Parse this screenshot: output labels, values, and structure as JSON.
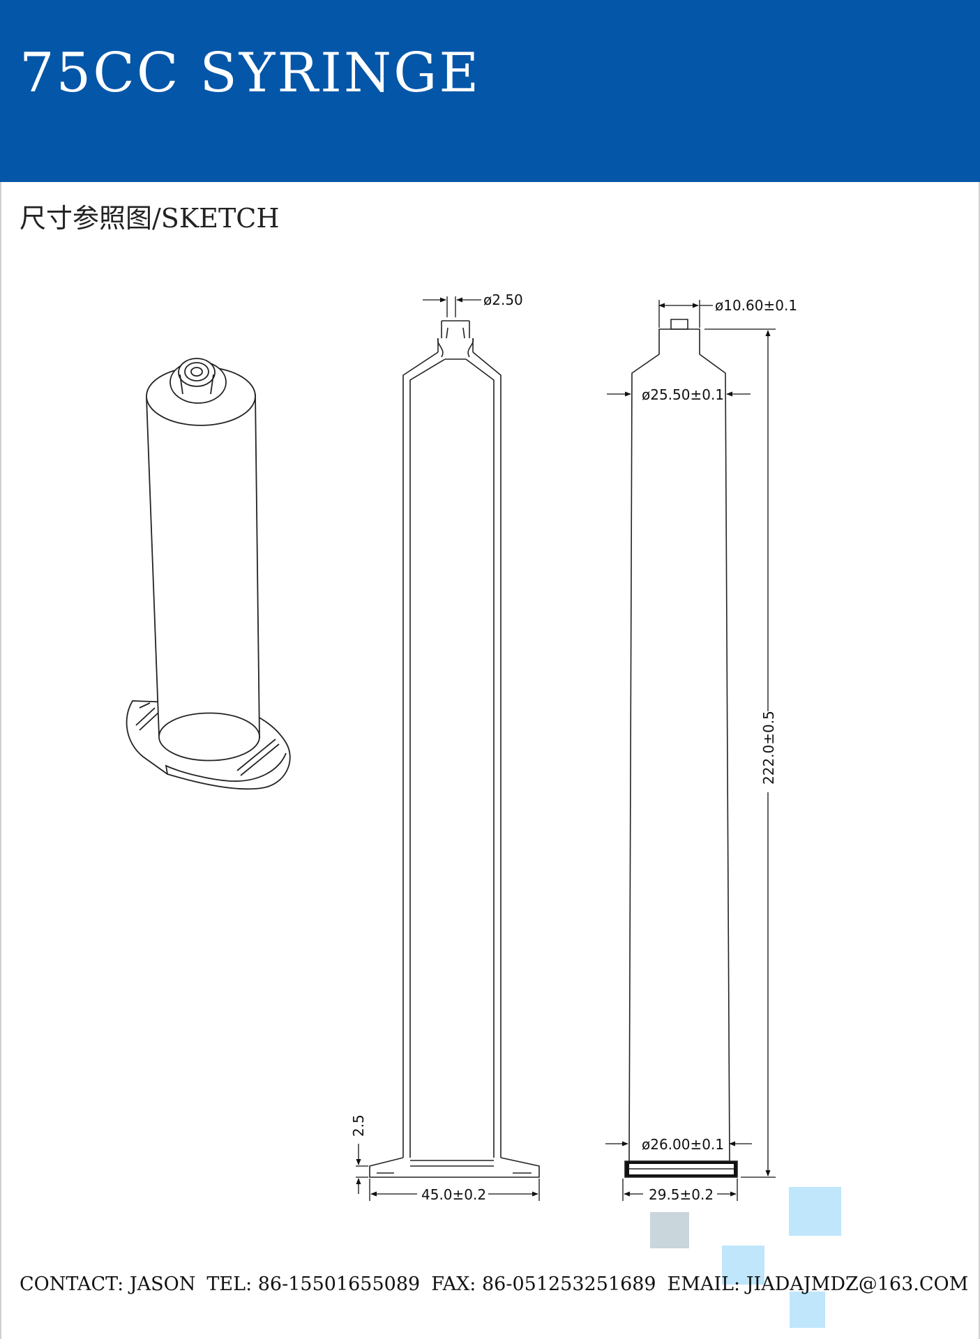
{
  "header": {
    "title": "75CC SYRINGE",
    "band_color": "#0456a8"
  },
  "section": {
    "title": "尺寸参照图/SKETCH"
  },
  "dimensions": {
    "tip_bore": "ø2.50",
    "tip_outer": "ø10.60±0.1",
    "barrel_top": "ø25.50±0.1",
    "barrel_bottom": "ø26.00±0.1",
    "length": "222.0±0.5",
    "flange_thickness": "2.5",
    "flange_width": "45.0±0.2",
    "base_width": "29.5±0.2"
  },
  "contact": {
    "name": "CONTACT: JASON",
    "tel": "TEL: 86-15501655089",
    "fax": "FAX: 86-051253251689",
    "email": "EMAIL: JIADAJMDZ@163.COM"
  },
  "decor_colors": {
    "light_blue": "#bfe6fb",
    "gray_blue": "#c9d6dc"
  }
}
